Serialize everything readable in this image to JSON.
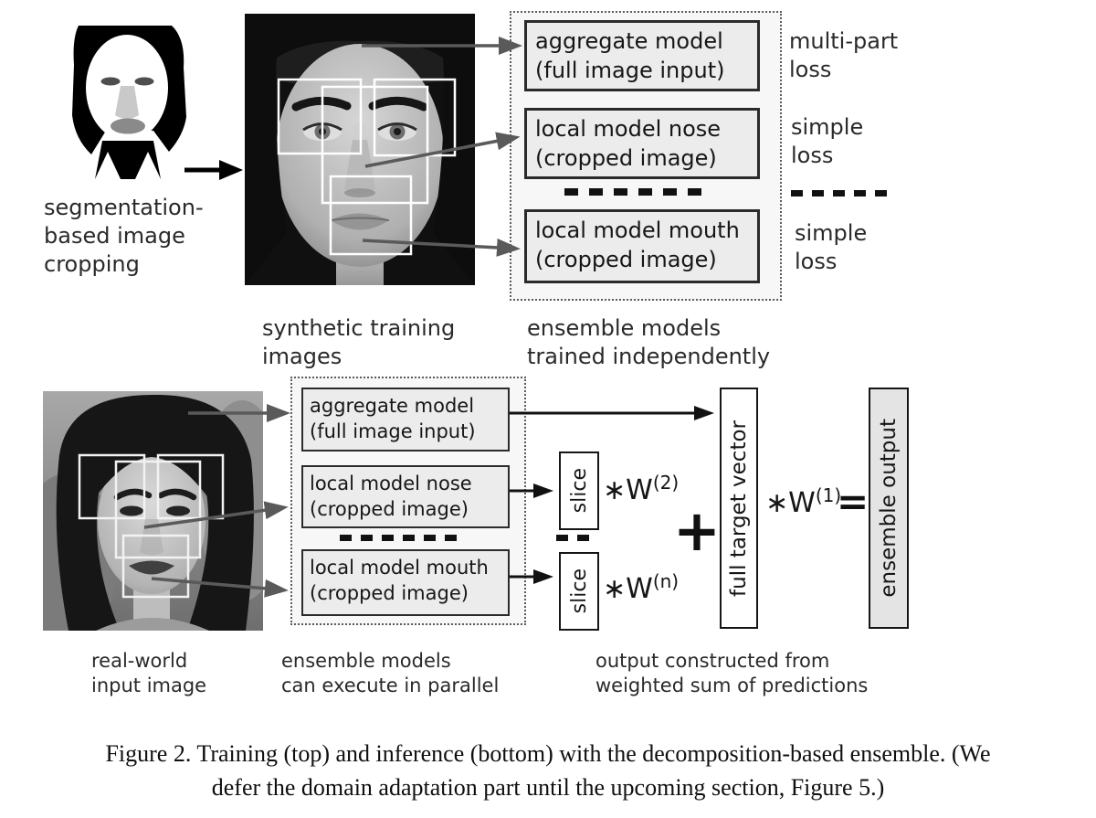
{
  "top": {
    "seg_label": [
      "segmentation-",
      "based image",
      "cropping"
    ],
    "synthetic_label": [
      "synthetic training",
      "images"
    ],
    "trained_label": [
      "ensemble models",
      "trained independently"
    ],
    "boxes": [
      {
        "l1": "aggregate model",
        "l2": "(full image input)"
      },
      {
        "l1": "local model nose",
        "l2": "(cropped image)"
      },
      {
        "l1": "local model mouth",
        "l2": "(cropped image)"
      }
    ],
    "losses": [
      {
        "l1": "multi-part",
        "l2": "loss"
      },
      {
        "l1": "simple",
        "l2": "loss"
      },
      {
        "l1": "simple",
        "l2": "loss"
      }
    ]
  },
  "bottom": {
    "real_label": [
      "real-world",
      "input image"
    ],
    "parallel_label": [
      "ensemble models",
      "can execute in parallel"
    ],
    "output_label": [
      "output constructed from",
      "weighted sum of predictions"
    ],
    "boxes": [
      {
        "l1": "aggregate model",
        "l2": "(full image input)"
      },
      {
        "l1": "local model nose",
        "l2": "(cropped image)"
      },
      {
        "l1": "local model mouth",
        "l2": "(cropped image)"
      }
    ],
    "slice_label": "slice",
    "weights": {
      "w2_base": "∗W",
      "w2_sup": "(2)",
      "wn_base": "∗W",
      "wn_sup": "(n)",
      "w1_base": "∗W",
      "w1_sup": "(1)"
    },
    "plus": "+",
    "equals": "=",
    "target_vector": "full target vector",
    "ensemble_output": "ensemble output"
  },
  "caption": {
    "line1": "Figure 2. Training (top) and inference (bottom) with the decomposition-based ensemble. (We",
    "line2": "defer the domain adaptation part until the upcoming section, Figure 5.)"
  },
  "colors": {
    "box_border": "#2b2b2b",
    "box_fill": "#ececec",
    "container_fill": "#f7f7f7",
    "arrow_gray": "#5a5a5a",
    "arrow_black": "#111111"
  }
}
